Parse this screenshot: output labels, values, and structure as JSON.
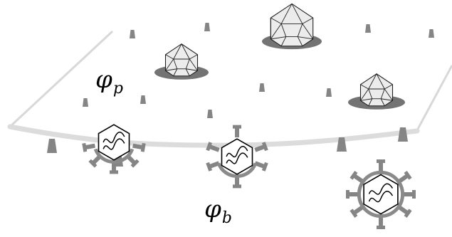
{
  "labels": {
    "phi_p_symbol": "φ",
    "phi_p_subscript": "p",
    "phi_b_symbol": "φ",
    "phi_b_subscript": "b"
  },
  "colors": {
    "background": "#ffffff",
    "plane_edge": "#d8d8d8",
    "plane_front_rim": "#dcdcdc",
    "receptor": "#858585",
    "shadow": "#737373",
    "capsid_fill": "#ececec",
    "capsid_stroke": "#222222",
    "ring": "#8a8a8a",
    "ink": "#000000"
  },
  "elements": {
    "plate_capsids": [
      "icosahedral-virus",
      "icosahedral-virus",
      "icosahedral-virus"
    ],
    "free_virions": [
      "virion-with-spikes",
      "virion-with-spikes",
      "virion-with-spikes"
    ],
    "genome_icon": "wavy-genome-icon"
  }
}
